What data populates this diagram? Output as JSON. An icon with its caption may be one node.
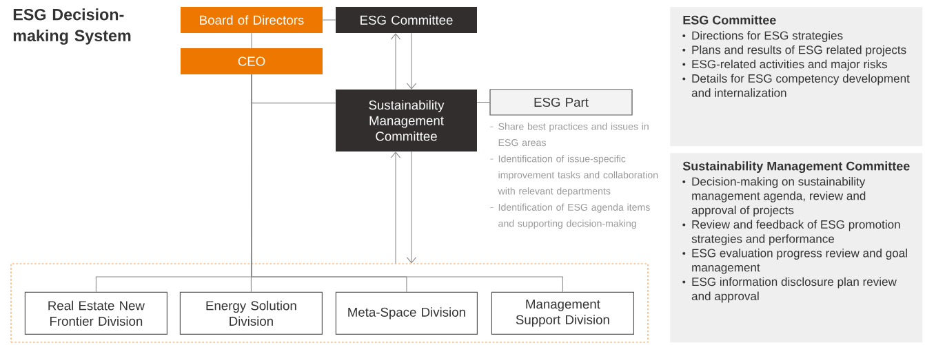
{
  "diagram": {
    "title": "ESG Decision-making System",
    "nodes": [
      {
        "text": [
          "Board of Directors"
        ]
      },
      {
        "text": [
          "ESG Committee"
        ]
      },
      {
        "text": [
          "CEO"
        ]
      },
      {
        "text": [
          "Sustainability Management Committee"
        ]
      },
      {
        "text": [
          "ESG Part"
        ],
        "beside": [
          "Share best practices and issues in ESG areas",
          "Identification of issue-specific improvement tasks and collaboration with relevant departments",
          "Identification of ESG agenda items and supporting decision-making"
        ]
      },
      {
        "text": [],
        "shape": "box"
      },
      {
        "text": [
          "Real Estate New Frontier Division"
        ],
        "in": 5
      },
      {
        "text": [
          "Energy Solution Division"
        ],
        "in": 5
      },
      {
        "text": [
          "Meta-Space Division"
        ],
        "in": 5
      },
      {
        "text": [
          "Management Support Division"
        ],
        "in": 5
      },
      {
        "text": [
          "ESG Committee",
          "Directions for ESG strategies",
          "Plans and results of ESG related projects",
          "ESG-related activities and major risks",
          "Details for ESG competency development and internalization"
        ]
      },
      {
        "text": [
          "Sustainability Management Committee",
          "Decision-making on sustainability management agenda, review and approval of projects",
          "Review and feedback of ESG promotion strategies and performance",
          "ESG evaluation progress review and goal management",
          "ESG information disclosure plan review and approval"
        ]
      }
    ],
    "edges": [
      {
        "from": 0,
        "to": 1,
        "arrow": "none"
      },
      {
        "from": 0,
        "to": 2,
        "arrow": "none"
      },
      {
        "from": 2,
        "to": 3,
        "arrow": "none"
      },
      {
        "from": 3,
        "to": 1,
        "arrow": "to"
      },
      {
        "from": 1,
        "to": 3,
        "arrow": "to"
      },
      {
        "from": 3,
        "to": 4,
        "arrow": "none"
      },
      {
        "from": 3,
        "to": 5,
        "arrow": "to"
      },
      {
        "from": 5,
        "to": 3,
        "arrow": "to"
      },
      {
        "from": 2,
        "to": 6,
        "arrow": "none"
      },
      {
        "from": 2,
        "to": 7,
        "arrow": "none"
      },
      {
        "from": 2,
        "to": 8,
        "arrow": "none"
      },
      {
        "from": 2,
        "to": 9,
        "arrow": "none"
      }
    ]
  }
}
